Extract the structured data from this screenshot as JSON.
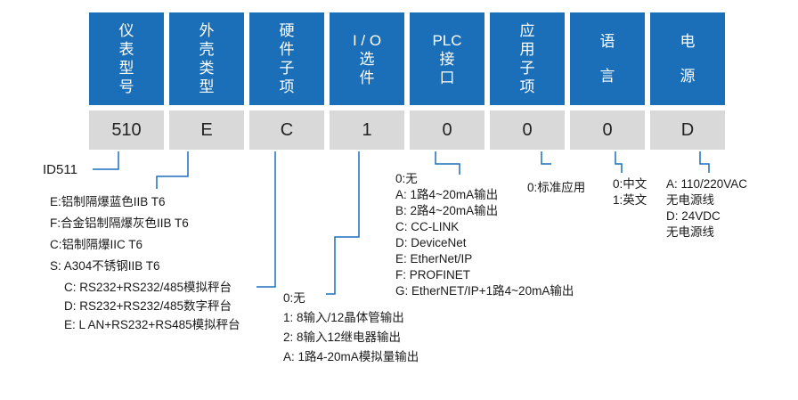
{
  "columns": [
    {
      "header": [
        "仪",
        "表",
        "型",
        "号"
      ],
      "value": "510"
    },
    {
      "header": [
        "外",
        "壳",
        "类",
        "型"
      ],
      "value": "E"
    },
    {
      "header": [
        "硬",
        "件",
        "子",
        "项"
      ],
      "value": "C"
    },
    {
      "header": [
        "I / O",
        "选",
        "件"
      ],
      "value": "1"
    },
    {
      "header": [
        "PLC",
        "接",
        "口"
      ],
      "value": "0"
    },
    {
      "header": [
        "应",
        "用",
        "子",
        "项"
      ],
      "value": "0"
    },
    {
      "header": [
        "语",
        "言"
      ],
      "value": "0"
    },
    {
      "header": [
        "电",
        "源"
      ],
      "value": "D"
    }
  ],
  "model_label": "ID511",
  "housing_options": [
    "E:铝制隔爆蓝色IIB T6",
    "F:合金铝制隔爆灰色IIB T6",
    "C:铝制隔爆IIC T6",
    "S: A304不锈钢IIB T6"
  ],
  "hardware_options": [
    "C: RS232+RS232/485模拟秤台",
    "D: RS232+RS232/485数字秤台",
    "E: L AN+RS232+RS485模拟秤台"
  ],
  "io_options": [
    "0:无",
    "1: 8输入/12晶体管输出",
    "2: 8输入12继电器输出",
    "A: 1路4-20mA模拟量输出"
  ],
  "plc_options": [
    "0:无",
    "A: 1路4~20mA输出",
    "B: 2路4~20mA输出",
    "C: CC-LINK",
    "D: DeviceNet",
    "E: EtherNet/IP",
    "F: PROFINET",
    "G: EtherNET/IP+1路4~20mA输出"
  ],
  "app_options": [
    "0:标准应用"
  ],
  "language_options": [
    "0:中文",
    "1:英文"
  ],
  "power_options": [
    "A: 110/220VAC",
    "无电源线",
    "D: 24VDC",
    "无电源线"
  ],
  "colors": {
    "header_bg": "#1a6fb8",
    "value_bg": "#d9d9d9",
    "line": "#1a6fb8"
  }
}
